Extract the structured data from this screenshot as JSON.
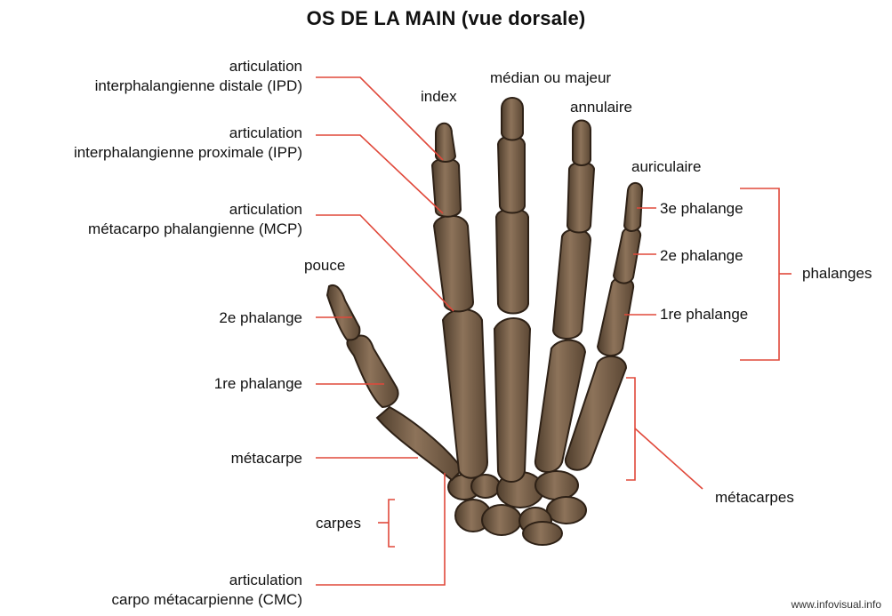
{
  "title": "OS DE LA MAIN (vue dorsale)",
  "labels": {
    "ipd_1": "articulation",
    "ipd_2": "interphalangienne distale (IPD)",
    "ipp_1": "articulation",
    "ipp_2": "interphalangienne proximale (IPP)",
    "mcp_1": "articulation",
    "mcp_2": "métacarpo phalangienne (MCP)",
    "pouce": "pouce",
    "pouce_2e": "2e phalange",
    "pouce_1re": "1re phalange",
    "metacarpe": "métacarpe",
    "carpes": "carpes",
    "cmc_1": "articulation",
    "cmc_2": "carpo métacarpienne (CMC)",
    "index": "index",
    "majeur": "médian ou majeur",
    "annulaire": "annulaire",
    "auriculaire": "auriculaire",
    "p3": "3e phalange",
    "p2": "2e phalange",
    "p1": "1re phalange",
    "phalanges": "phalanges",
    "metacarpes": "métacarpes"
  },
  "credit": "www.infovisual.info",
  "colors": {
    "bone": "#7a6248",
    "bone_outline": "#2e2116",
    "leader": "#e0483a"
  }
}
